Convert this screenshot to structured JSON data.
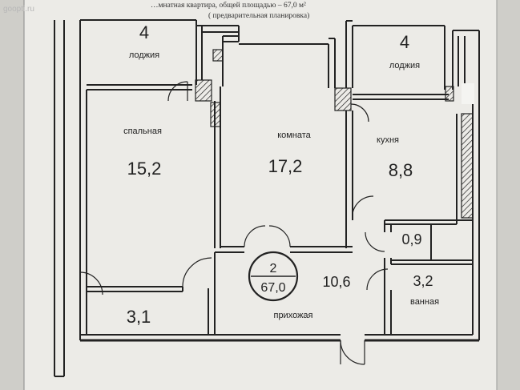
{
  "watermark": "goopti.ru",
  "header": {
    "line1": "…мнатная квартира, общей площадью – 67,0 м²",
    "line2": "( предварительная планировка)"
  },
  "unit_badge": {
    "rooms": "2",
    "total": "67,0"
  },
  "rooms": {
    "loggia_left": {
      "area": "4",
      "label": "лоджия"
    },
    "loggia_right": {
      "area": "4",
      "label": "лоджия"
    },
    "bedroom": {
      "area": "15,2",
      "label": "спальная"
    },
    "room": {
      "area": "17,2",
      "label": "комната"
    },
    "kitchen": {
      "area": "8,8",
      "label": "кухня"
    },
    "wc": {
      "area": "0,9"
    },
    "bathroom": {
      "area": "3,2",
      "label": "ванная"
    },
    "hallway": {
      "area": "10,6",
      "label": "прихожая"
    },
    "closet": {
      "area": "3,1"
    }
  },
  "colors": {
    "paper": "#ecebe7",
    "background": "#d8d7d2",
    "ink": "#222222"
  }
}
